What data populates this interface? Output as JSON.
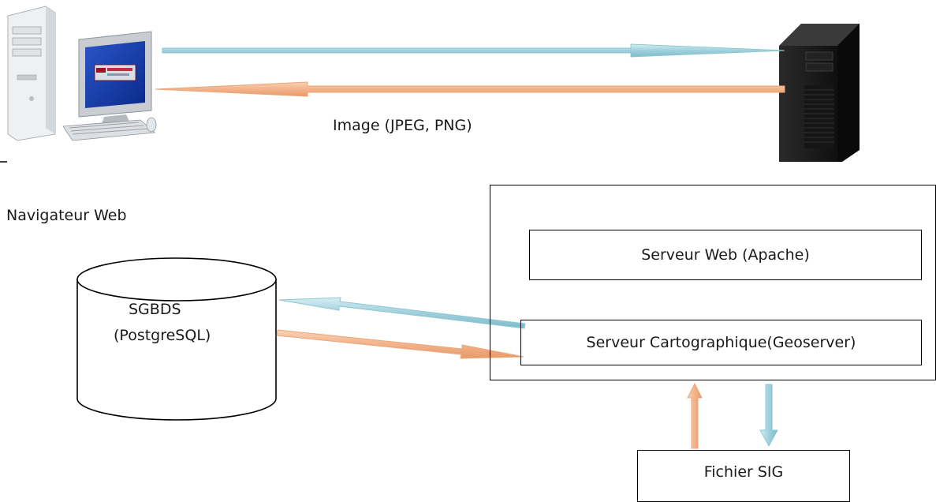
{
  "labels": {
    "image_format": "Image (JPEG, PNG)",
    "browser": "Navigateur Web"
  },
  "nodes": {
    "web_server": "Serveur Web (Apache)",
    "map_server": "Serveur Cartographique(Geoserver)",
    "database_line1": "SGBDS",
    "database_line2": "(PostgreSQL)",
    "gis_file": "Fichier SIG"
  },
  "colors": {
    "request_arrow": "#a8d6e0",
    "response_arrow": "#f3b38a",
    "border": "#000000"
  },
  "icons": {
    "client": "desktop-computer-icon",
    "server": "tower-server-icon"
  }
}
